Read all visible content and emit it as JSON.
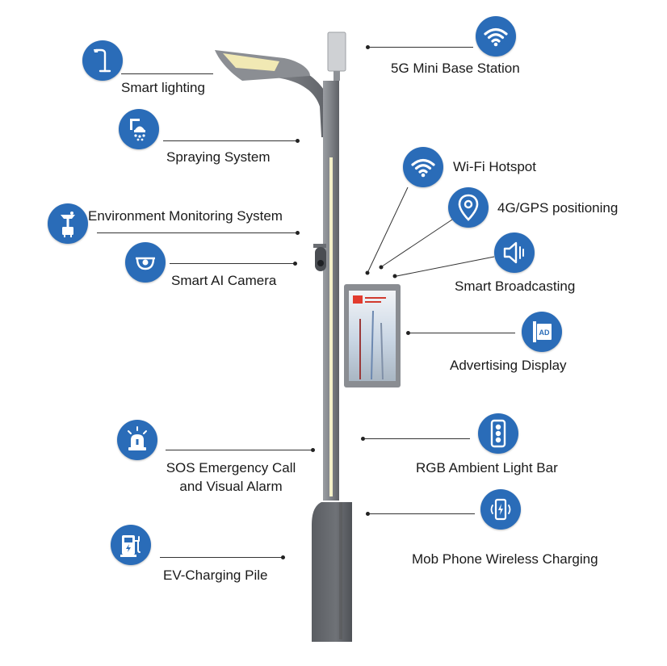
{
  "features": {
    "base_station": "5G Mini Base Station",
    "lighting": "Smart lighting",
    "spraying": "Spraying System",
    "wifi": "Wi-Fi Hotspot",
    "gps": "4G/GPS positioning",
    "environment": "Environment Monitoring System",
    "camera": "Smart AI Camera",
    "broadcasting": "Smart Broadcasting",
    "advertising": "Advertising Display",
    "sos_line1": "SOS Emergency Call",
    "sos_line2": "and Visual Alarm",
    "rgb": "RGB Ambient Light Bar",
    "wireless_charging": "Mob Phone Wireless Charging",
    "ev_charging": "EV-Charging Pile"
  },
  "display_sign": "AD",
  "colors": {
    "icon_bg": "#2a6cb8",
    "pole": "#7b7e83",
    "lamp_glow": "#f1e9b4"
  }
}
